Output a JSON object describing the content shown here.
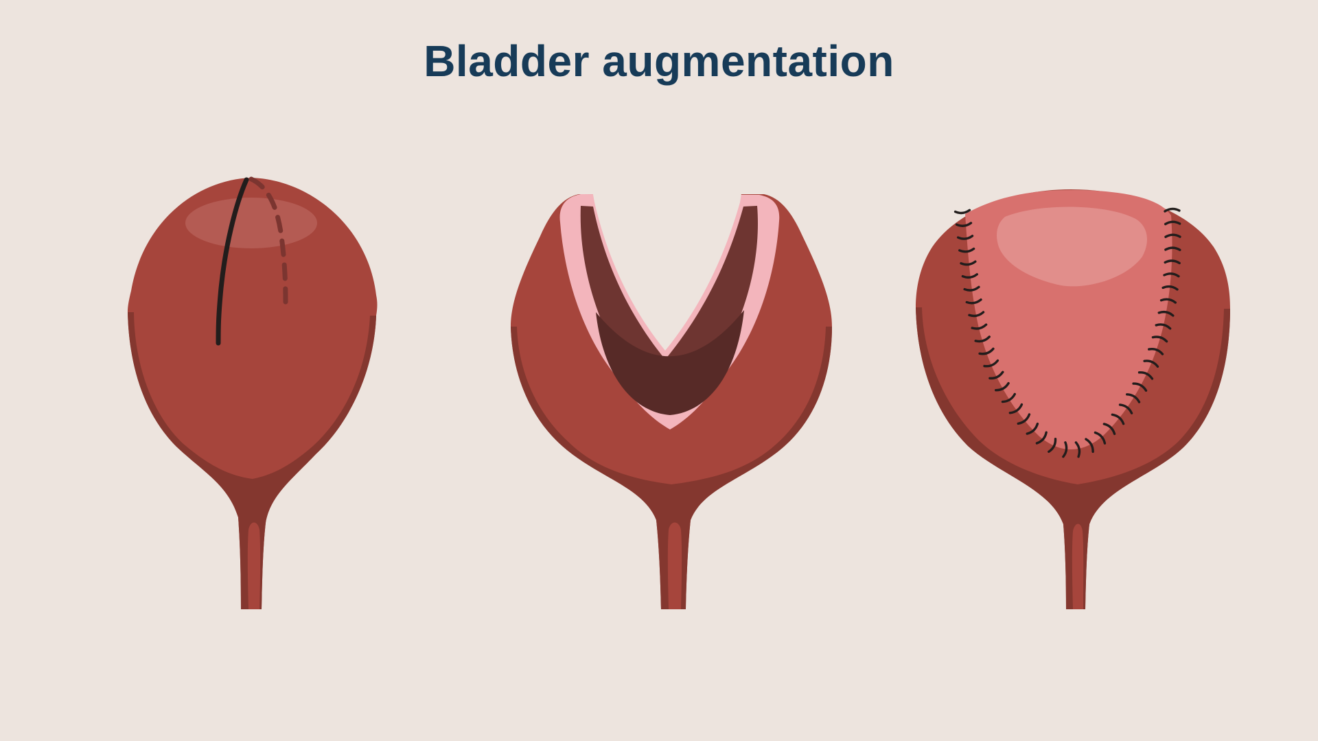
{
  "title": "Bladder augmentation",
  "figure": {
    "stage_count": 3,
    "sutures": {
      "count": 44,
      "length": 21,
      "bend": 6,
      "width": 3.4
    }
  },
  "colors": {
    "bg": "#EDE4DE",
    "title_text": "#173B58",
    "body_red": "#A6453C",
    "shadow_red": "#84372F",
    "highlight_red": "#B45B53",
    "ink": "#221D1C",
    "dash_maroon": "#7B3530",
    "rim_pink": "#F3B5BC",
    "interior": "#6E3531",
    "interior_deep": "#572A27",
    "patch_pink": "#D8716E",
    "patch_highlight": "#E18E8B"
  }
}
